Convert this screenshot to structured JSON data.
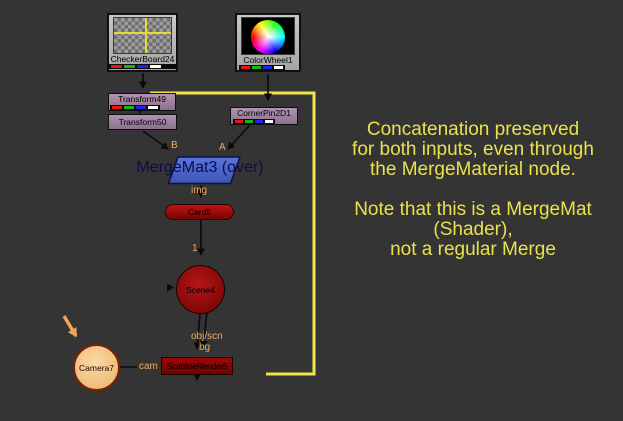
{
  "canvas": {
    "background": "#343434"
  },
  "colors": {
    "annotation_yellow": "#e9e24c",
    "bracket_yellow": "#f1e44b",
    "port_label_orange": "#f2a95b",
    "annotation_arrow_orange": "#f0a45c",
    "node_gray": "#b5b5b5",
    "node_purple": "#a083a1",
    "mergemat_blue": "#4b68cf",
    "card_red": "#a30b0b",
    "scene_red": "#9a0f0f",
    "camera_tan": "#f4c58b",
    "scanline_dark_red": "#850505",
    "wire_black": "#0a0a0a"
  },
  "nodes": {
    "checkerboard": {
      "label": "CheckerBoard24"
    },
    "colorwheel": {
      "label": "ColorWheel1"
    },
    "transform49": {
      "label": "Transform49"
    },
    "transform50": {
      "label": "Transform50"
    },
    "cornerpin": {
      "label": "CornerPin2D1"
    },
    "mergemat": {
      "label": "MergeMat3 (over)"
    },
    "card": {
      "label": "Card5"
    },
    "scene": {
      "label": "Scene4"
    },
    "camera": {
      "label": "Camera7"
    },
    "scanline": {
      "label": "ScanlineRender5"
    }
  },
  "ports": {
    "b": "B",
    "a": "A",
    "img": "img",
    "one": "1",
    "obj_scn": "obj/scn",
    "bg": "bg",
    "cam": "cam"
  },
  "annotation": {
    "para1": [
      "Concatenation preserved",
      "for both inputs, even through",
      "the MergeMaterial node."
    ],
    "para2": [
      "Note that this is a MergeMat",
      "(Shader),",
      "not a regular Merge"
    ]
  }
}
